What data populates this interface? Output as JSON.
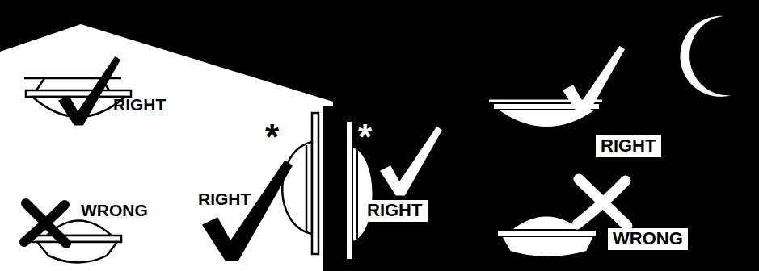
{
  "diagram": {
    "nodes": [
      {
        "text": [
          "RIGHT"
        ]
      },
      {
        "text": [
          "RIGHT"
        ]
      },
      {
        "text": [
          "WRONG"
        ]
      }
    ],
    "labels": [
      "RIGHT",
      "WRONG",
      "RIGHT",
      "*",
      "*"
    ]
  }
}
